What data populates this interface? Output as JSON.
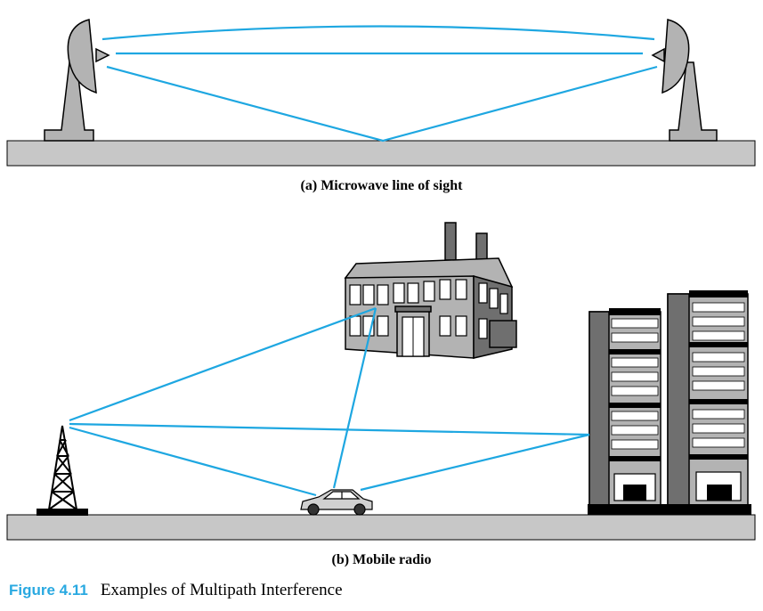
{
  "panels": {
    "a": {
      "caption": "(a) Microwave line of sight"
    },
    "b": {
      "caption": "(b) Mobile radio"
    }
  },
  "figure_caption": {
    "number": "Figure 4.11",
    "text": "Examples of Multipath Interference"
  },
  "colors": {
    "signal_path": "#1ea7e1",
    "figure_number": "#29a9e1",
    "ground": "#c7c7c7"
  }
}
